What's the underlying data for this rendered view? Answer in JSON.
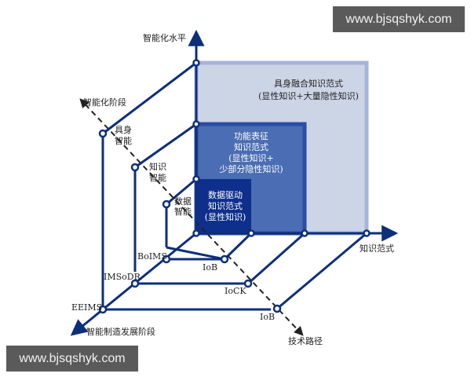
{
  "watermarks": {
    "top": "www.bjsqshyk.com",
    "bottom": "www.bjsqshyk.com"
  },
  "axes": {
    "vertical": "智能化水平",
    "horizontal": "知识范式",
    "depth": "智能制造发展阶段",
    "dashed_upper": "智能化阶段",
    "dashed_lower": "技术路径"
  },
  "stages": {
    "embodied": [
      "具身",
      "智能"
    ],
    "knowledge": [
      "知识",
      "智能"
    ],
    "data": [
      "数据",
      "智能"
    ]
  },
  "systems": {
    "boims": "BoIMS",
    "imsodr": "IMSoDR",
    "eeims": "EEIMS"
  },
  "paths": {
    "iob_inner": "IoB",
    "iock": "IoCK",
    "iob_outer": "IoB"
  },
  "paradigms": {
    "outer": [
      "具身融合知识范式",
      "(显性知识+大量隐性知识)"
    ],
    "middle": [
      "功能表征",
      "知识范式",
      "(显性知识+",
      "少部分隐性知识)"
    ],
    "inner": [
      "数据驱动",
      "知识范式",
      "(显性知识)"
    ]
  },
  "colors": {
    "axis": "#0d2f7a",
    "outer_fill": "#ccd5e6",
    "outer_border": "#a7b4d8",
    "middle_fill": "#4a6db3",
    "middle_border": "#2a4ea6",
    "inner_fill": "#0e2f8c",
    "watermark_bg": "#5a5a5a"
  }
}
